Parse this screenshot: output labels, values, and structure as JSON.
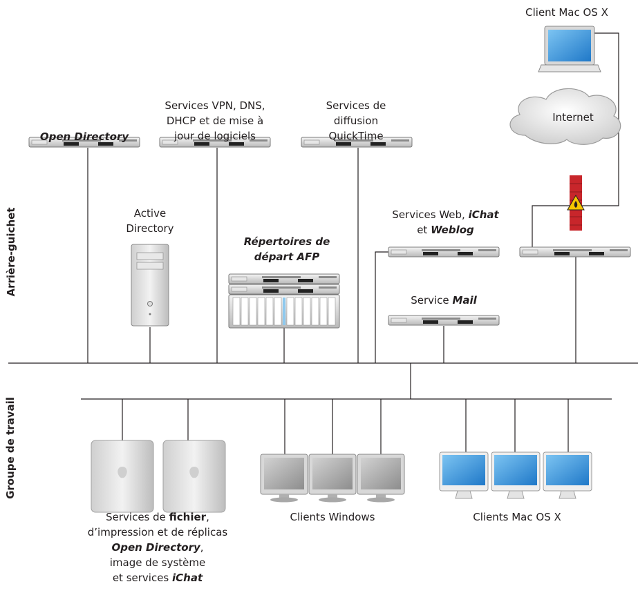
{
  "labels": {
    "client_mac_top": "Client Mac OS X",
    "internet": "Internet",
    "open_directory": "Open Directory",
    "vpn_l1": "Services VPN, DNS,",
    "vpn_l2": "DHCP et de mise à",
    "vpn_l3": "jour de logiciels",
    "qt_l1": "Services de",
    "qt_l2": "diffusion",
    "qt_l3": "QuickTime",
    "ad_l1": "Active",
    "ad_l2": "Directory",
    "afp_l1": "Répertoires de",
    "afp_l2": "départ AFP",
    "web_a": "Services Web, ",
    "web_b": "iChat",
    "web_c": "et ",
    "web_d": "Weblog",
    "mail_a": "Service ",
    "mail_b": "Mail",
    "file_a": "Services de ",
    "file_b": "fichier",
    "file_c": ",",
    "file_l2": "d’impression et de réplicas",
    "file_l3a": "Open Directory",
    "file_l3b": ",",
    "file_l4": "image de système",
    "file_l5a": "et services ",
    "file_l5b": "iChat",
    "clients_windows": "Clients Windows",
    "clients_mac": "Clients Mac OS X",
    "side_back": "Arrière-guichet",
    "side_work": "Groupe de travail"
  },
  "colors": {
    "line": "#231f20",
    "cloud": "#dcdcdc",
    "screen_blue": "#2a8fd6",
    "screen_gray": "#a9a9a9",
    "firewall": "#c8262b"
  }
}
